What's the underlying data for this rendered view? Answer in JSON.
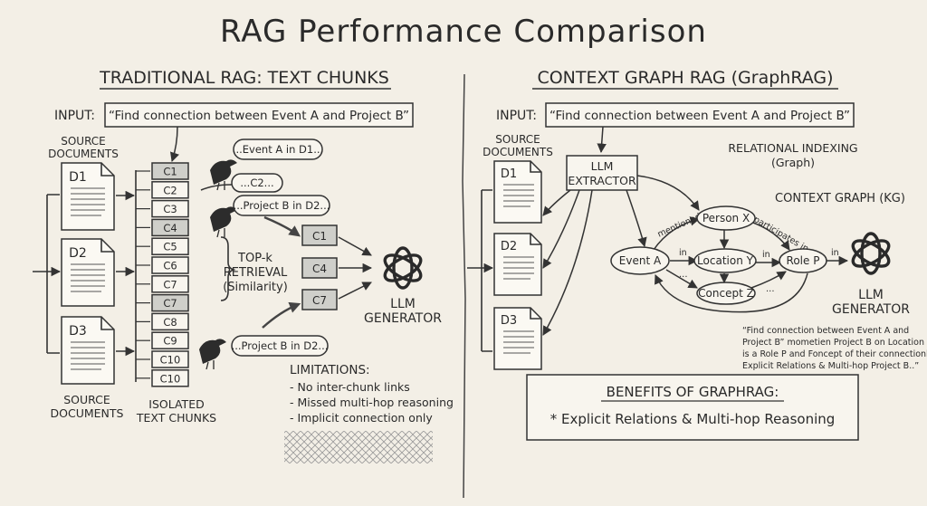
{
  "title": "RAG Performance Comparison",
  "left": {
    "heading": "TRADITIONAL RAG: TEXT CHUNKS",
    "input_label": "INPUT:",
    "input_query": "“Find connection between Event A and Project B”",
    "source_top_line1": "SOURCE",
    "source_top_line2": "DOCUMENTS",
    "source_bottom_line1": "SOURCE",
    "source_bottom_line2": "DOCUMENTS",
    "docs": [
      "D1",
      "D2",
      "D3"
    ],
    "chunks": [
      "C1",
      "C2",
      "C3",
      "C4",
      "C5",
      "C6",
      "C7",
      "C7",
      "C8",
      "C9",
      "C10",
      "C10"
    ],
    "chunks_caption_line1": "ISOLATED",
    "chunks_caption_line2": "TEXT CHUNKS",
    "bubbles": [
      "...Event A in D1...",
      "...C2...",
      "...Project B in D2...",
      "...Project B in D2..."
    ],
    "retrieval_line1": "TOP-k",
    "retrieval_line2": "RETRIEVAL",
    "retrieval_line3": "(Similarity)",
    "retrieved": [
      "C1",
      "C4",
      "C7"
    ],
    "generator_line1": "LLM",
    "generator_line2": "GENERATOR",
    "limitations_title": "LIMITATIONS:",
    "limitations": [
      "- No inter-chunk links",
      "- Missed multi-hop reasoning",
      "- Implicit connection only"
    ]
  },
  "right": {
    "heading": "CONTEXT GRAPH RAG (GraphRAG)",
    "input_label": "INPUT:",
    "input_query": "“Find connection between Event A and Project B”",
    "source_line1": "SOURCE",
    "source_line2": "DOCUMENTS",
    "docs": [
      "D1",
      "D2",
      "D3"
    ],
    "extractor_line1": "LLM",
    "extractor_line2": "EXTRACTOR",
    "indexing_line1": "RELATIONAL INDEXING",
    "indexing_line2": "(Graph)",
    "graph_label": "CONTEXT GRAPH (KG)",
    "nodes": {
      "event_a": "Event A",
      "person_x": "Person X",
      "location_y": "Location Y",
      "role_p": "Role P",
      "concept_z": "Concept Z"
    },
    "edges": {
      "mentioned_in": "mentioned in",
      "participates_in": "participates in",
      "in_1": "in",
      "in_2": "in",
      "in_3": "in",
      "dots_1": "...",
      "dots_2": "..."
    },
    "generator_line1": "LLM",
    "generator_line2": "GENERATOR",
    "answer_lines": [
      "“Find connection between Event A and",
      "Project B” mometien Project B on Location Y",
      "is a Role P and Foncept of their connectionly",
      "Explicit Relations & Multi-hop Project B..”"
    ],
    "benefits_title": "BENEFITS OF GRAPHRAG:",
    "benefits_text": "* Explicit Relations & Multi-hop Reasoning"
  }
}
